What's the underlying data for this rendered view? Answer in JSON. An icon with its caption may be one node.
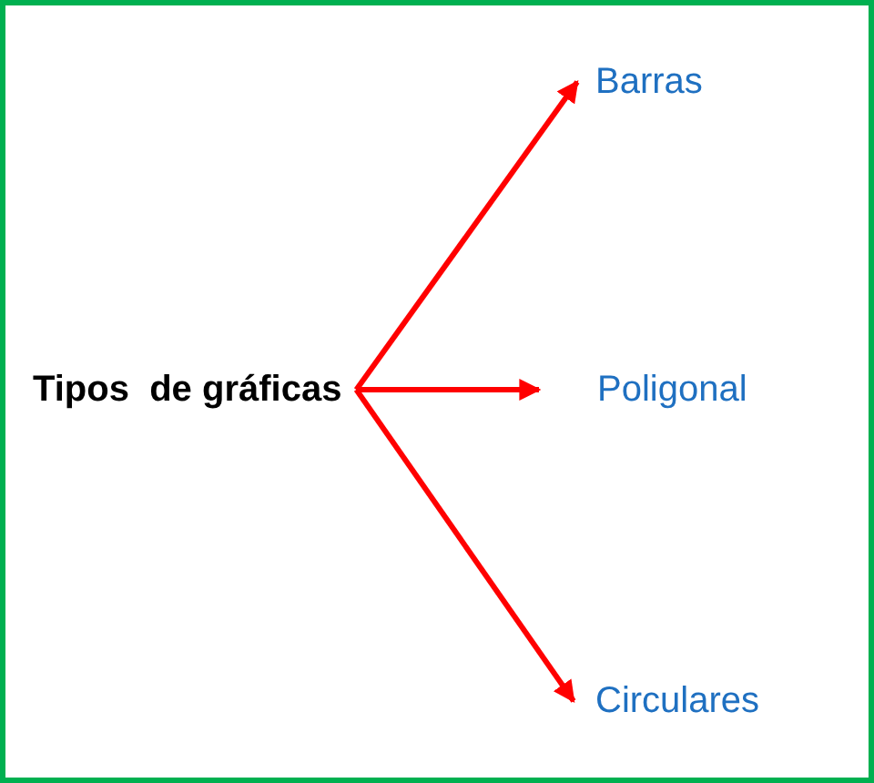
{
  "diagram": {
    "nodes": [
      {
        "text": [
          "Tipos  de gráficas"
        ]
      },
      {
        "text": [
          "Barras"
        ]
      },
      {
        "text": [
          "Poligonal"
        ]
      },
      {
        "text": [
          "Circulares"
        ]
      }
    ],
    "edges": [
      {
        "from": 0,
        "to": 1,
        "arrow": "to"
      },
      {
        "from": 0,
        "to": 2,
        "arrow": "to"
      },
      {
        "from": 0,
        "to": 3,
        "arrow": "to"
      }
    ]
  }
}
